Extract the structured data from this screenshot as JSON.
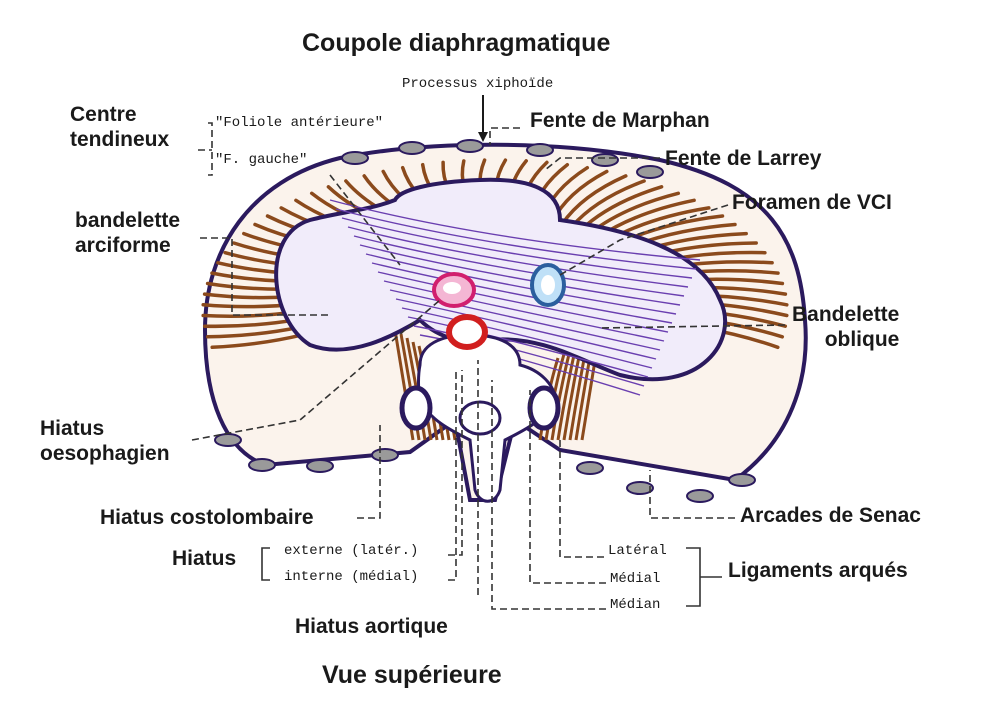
{
  "title": "Coupole diaphragmatique",
  "subtitle": "Vue supérieure",
  "labels": {
    "processus_xiphoide": "Processus xiphoïde",
    "centre_tendineux": "Centre\ntendineux",
    "foliole_anterieure": "\"Foliole antérieure\"",
    "f_gauche": "\"F. gauche\"",
    "fente_marphan": "Fente de Marphan",
    "fente_larrey": "Fente de Larrey",
    "foramen_vci": "Foramen de VCI",
    "bandelette_arciforme": "bandelette\narciforme",
    "bandelette_oblique": "Bandelette\noblique",
    "hiatus_oesophagien": "Hiatus\noesophagien",
    "hiatus_costolombaire": "Hiatus costolombaire",
    "arcades_senac": "Arcades de Senac",
    "hiatus": "Hiatus",
    "externe": "externe (latér.)",
    "interne": "interne (médial)",
    "hiatus_aortique": "Hiatus aortique",
    "lateral": "Latéral",
    "medial": "Médial",
    "median": "Médian",
    "ligaments_arques": "Ligaments arqués"
  },
  "colors": {
    "muscle": "#8b4a1c",
    "outline": "#2b1a5e",
    "tendon": "#6a3fb0",
    "tendon_fill": "#f1ecfa",
    "aorta": "#d11f1f",
    "esophagus": "#e06aa8",
    "vci": "#3a8fd8",
    "bone": "#ffffff",
    "arcade": "#9a9a9a"
  }
}
